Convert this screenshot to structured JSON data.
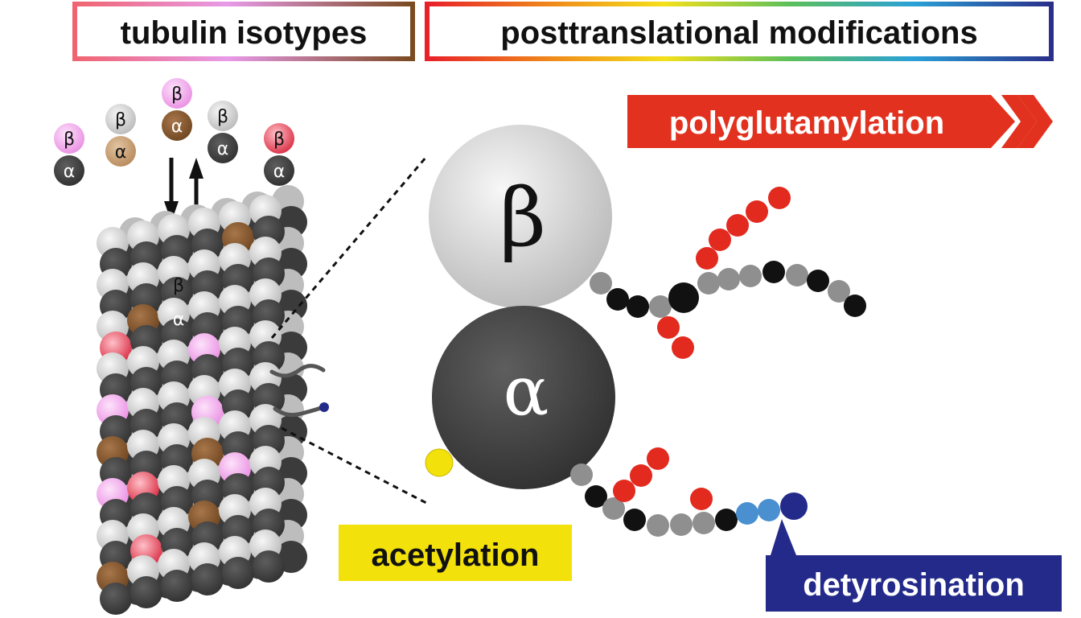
{
  "headers": {
    "isotypes": "tubulin isotypes",
    "ptm": "posttranslational modifications"
  },
  "labels": {
    "polyglutamylation": "polyglutamylation",
    "acetylation": "acetylation",
    "detyrosination": "detyrosination"
  },
  "symbols": {
    "beta": "β",
    "alpha": "α"
  },
  "colors": {
    "beta_gray": "#cfcfcf",
    "alpha_dark": "#454545",
    "isotype_pink": "#f2a6ec",
    "isotype_brown": "#8b5a2b",
    "isotype_tan": "#c49a6c",
    "isotype_red": "#e8364a",
    "glutamate_red": "#e22a1f",
    "chain_gray": "#8f8f8f",
    "chain_black": "#111111",
    "acetyl_yellow": "#f2e10a",
    "tyrosine_blue": "#4a8fd0",
    "detyrosination_navy": "#232a8a",
    "polyglu_banner": "#e2311f",
    "acetyl_banner": "#f2e10a"
  }
}
